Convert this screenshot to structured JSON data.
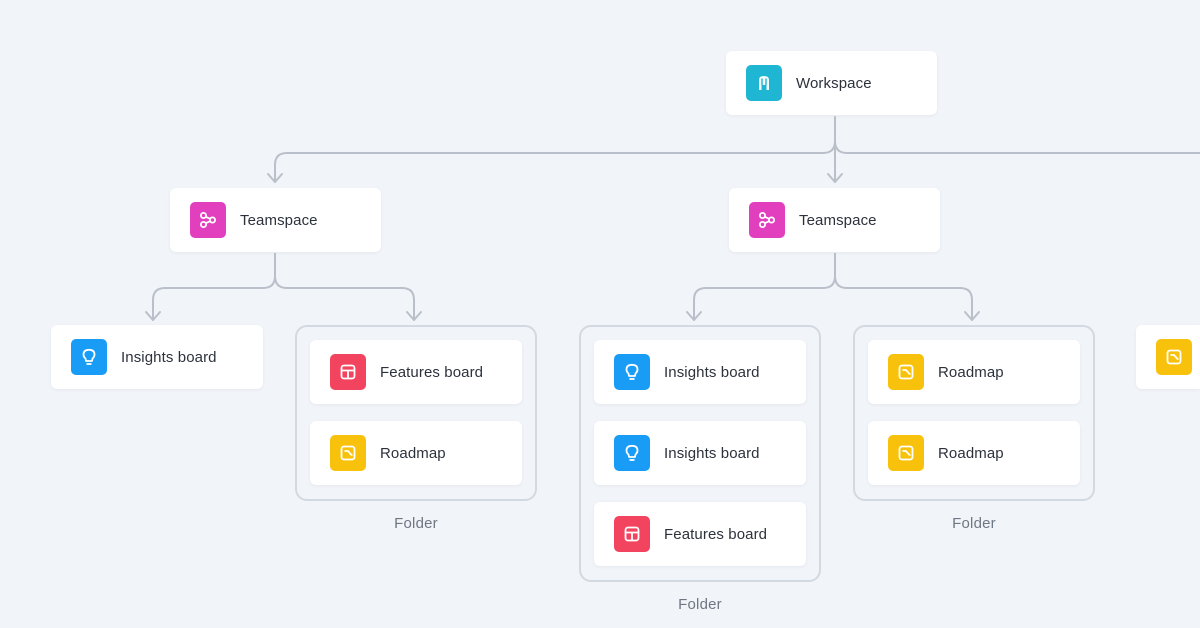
{
  "colors": {
    "workspace": "#1fb6d3",
    "teamspace": "#e23fbf",
    "insights": "#199cf5",
    "features": "#f2445f",
    "roadmap": "#f8c20c",
    "connector": "#b9c0ca",
    "folder_border": "#d3d9e1"
  },
  "workspace": {
    "label": "Workspace",
    "icon": "workspace-icon"
  },
  "teamspaces": [
    {
      "label": "Teamspace",
      "icon": "teamspace-icon",
      "children": {
        "insights_board": {
          "label": "Insights board",
          "icon": "lightbulb-icon"
        },
        "folder": {
          "label": "Folder",
          "items": [
            {
              "label": "Features board",
              "icon": "grid-icon"
            },
            {
              "label": "Roadmap",
              "icon": "roadmap-icon"
            }
          ]
        }
      }
    },
    {
      "label": "Teamspace",
      "icon": "teamspace-icon",
      "children": {
        "folder_a": {
          "label": "Folder",
          "items": [
            {
              "label": "Insights board",
              "icon": "lightbulb-icon"
            },
            {
              "label": "Insights board",
              "icon": "lightbulb-icon"
            },
            {
              "label": "Features board",
              "icon": "grid-icon"
            }
          ]
        },
        "folder_b": {
          "label": "Folder",
          "items": [
            {
              "label": "Roadmap",
              "icon": "roadmap-icon"
            },
            {
              "label": "Roadmap",
              "icon": "roadmap-icon"
            }
          ]
        }
      }
    }
  ]
}
